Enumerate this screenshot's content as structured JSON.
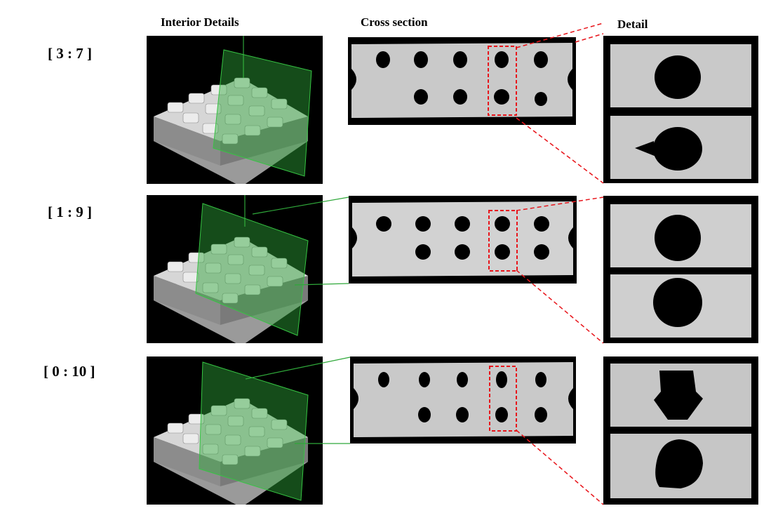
{
  "headers": {
    "interior": "Interior Details",
    "cross": "Cross section",
    "detail": "Detail"
  },
  "rows": [
    {
      "ratio": "[ 3 : 7 ]"
    },
    {
      "ratio": "[ 1 : 9 ]"
    },
    {
      "ratio": "[ 0 : 10 ]"
    }
  ],
  "colors": {
    "background": "#ffffff",
    "panel_background": "#000000",
    "section_plane": "#2fa83a",
    "zoom_box": "#e8151b",
    "scan_gray": "#c9c9c9"
  }
}
